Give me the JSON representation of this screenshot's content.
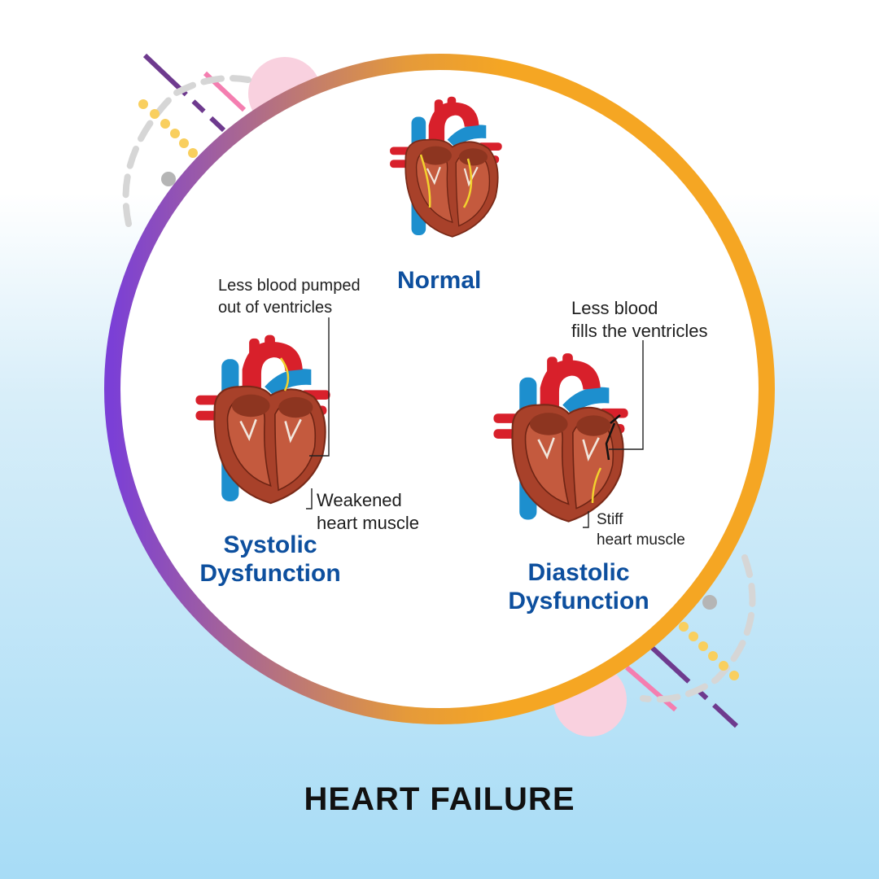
{
  "colors": {
    "ring_start": "#7b3fd6",
    "ring_end": "#f5a623",
    "label_blue": "#0d4f9e",
    "artery_red": "#d8202b",
    "vein_blue": "#1d8fce",
    "muscle_brown": "#a8412a"
  },
  "normal": {
    "label": "Normal"
  },
  "systolic": {
    "label_line1": "Systolic",
    "label_line2": "Dysfunction",
    "note_top_line1": "Less blood pumped",
    "note_top_line2": "out of ventricles",
    "note_bottom_line1": "Weakened",
    "note_bottom_line2": "heart muscle"
  },
  "diastolic": {
    "label_line1": "Diastolic",
    "label_line2": "Dysfunction",
    "note_top_line1": "Less blood",
    "note_top_line2": "fills the ventricles",
    "note_bottom_line1": "Stiff",
    "note_bottom_line2": "heart muscle"
  },
  "footer": {
    "title": "HEART FAILURE"
  }
}
